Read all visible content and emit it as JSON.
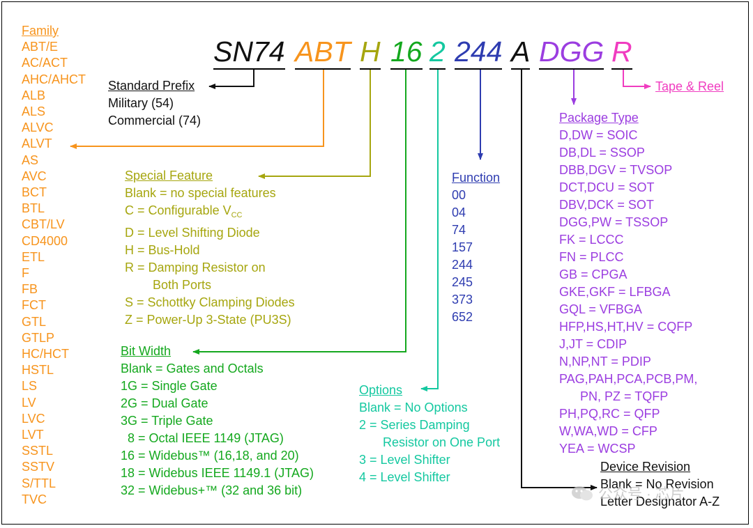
{
  "part_number": {
    "prefix": "SN74",
    "family": "ABT",
    "special": "H",
    "bitwidth": "16",
    "options": "2",
    "function": "244",
    "revision": "A",
    "package": "DGG",
    "tape": "R"
  },
  "family": {
    "title": "Family",
    "items": [
      "ABT/E",
      "AC/ACT",
      "AHC/AHCT",
      "ALB",
      "ALS",
      "ALVC",
      "ALVT",
      "AS",
      "AVC",
      "BCT",
      "BTL",
      "CBT/LV",
      "CD4000",
      "ETL",
      "F",
      "FB",
      "FCT",
      "GTL",
      "GTLP",
      "HC/HCT",
      "HSTL",
      "LS",
      "LV",
      "LVC",
      "LVT",
      "SSTL",
      "SSTV",
      "S/TTL",
      "TVC"
    ]
  },
  "prefix": {
    "title": "Standard Prefix",
    "items": [
      "Military (54)",
      "Commercial (74)"
    ]
  },
  "special_feature": {
    "title": "Special Feature",
    "items": [
      "Blank = no special features",
      "C = Configurable V",
      "D = Level Shifting Diode",
      "H = Bus-Hold",
      "R = Damping Resistor on",
      "Both Ports",
      "S = Schottky Clamping Diodes",
      "Z = Power-Up 3-State (PU3S)"
    ],
    "vcc_sub": "CC"
  },
  "bit_width": {
    "title": "Bit Width",
    "items": [
      "Blank = Gates and Octals",
      "1G = Single Gate",
      "2G = Dual Gate",
      "3G = Triple Gate",
      "8 = Octal IEEE 1149 (JTAG)",
      "16 = Widebus™ (16,18, and 20)",
      "18 = Widebus IEEE 1149.1 (JTAG)",
      "32 = Widebus+™ (32 and 36 bit)"
    ]
  },
  "options": {
    "title": "Options",
    "items": [
      "Blank = No Options",
      "2 = Series Damping",
      "Resistor on One Port",
      "3 = Level Shifter",
      "4 = Level Shifter"
    ]
  },
  "function": {
    "title": "Function",
    "items": [
      "00",
      "04",
      "74",
      "157",
      "244",
      "245",
      "373",
      "652"
    ]
  },
  "package_type": {
    "title": "Package Type",
    "items": [
      "D,DW = SOIC",
      "DB,DL = SSOP",
      "DBB,DGV = TVSOP",
      "DCT,DCU = SOT",
      "DBV,DCK = SOT",
      "DGG,PW = TSSOP",
      "FK = LCCC",
      "FN = PLCC",
      "GB = CPGA",
      "GKE,GKF = LFBGA",
      "GQL = VFBGA",
      "HFP,HS,HT,HV = CQFP",
      "J,JT = CDIP",
      "N,NP,NT = PDIP",
      "PAG,PAH,PCA,PCB,PM,",
      "PN, PZ = TQFP",
      "PH,PQ,RC = QFP",
      "W,WA,WD = CFP",
      "YEA = WCSP"
    ]
  },
  "tape_reel": {
    "label": "Tape & Reel"
  },
  "device_revision": {
    "title": "Device Revision",
    "items": [
      "Blank = No Revision",
      "Letter Designator A-Z"
    ]
  },
  "watermark": {
    "text": "公众号 · 芯片"
  },
  "colors": {
    "family": "#f7941d",
    "special": "#a6a60f",
    "bitwidth": "#14a81e",
    "options": "#14c8a0",
    "function": "#2e3cb0",
    "package": "#9b3de0",
    "tape": "#f03cc0",
    "black": "#111111"
  }
}
